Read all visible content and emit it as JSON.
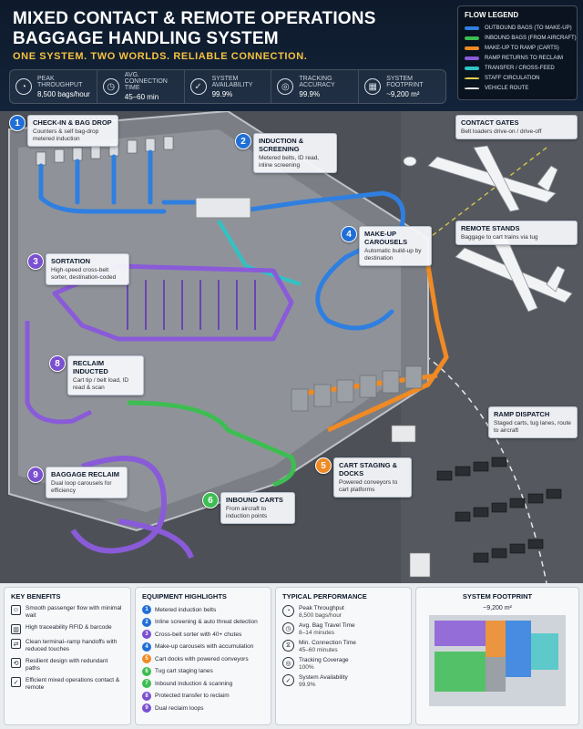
{
  "header": {
    "title_line1": "Mixed Contact & Remote Operations",
    "title_line2": "Baggage Handling System",
    "subtitle": "ONE SYSTEM. TWO WORLDS. RELIABLE CONNECTION.",
    "metrics": [
      {
        "icon": "gauge-icon",
        "label": "Peak Throughput",
        "value": "8,500 bags/hour"
      },
      {
        "icon": "clock-icon",
        "label": "Avg. Connection Time",
        "value": "45–60 min"
      },
      {
        "icon": "shield-check-icon",
        "label": "System Availability",
        "value": "99.9%"
      },
      {
        "icon": "target-icon",
        "label": "Tracking Accuracy",
        "value": "99.9%"
      },
      {
        "icon": "footprint-icon",
        "label": "System Footprint",
        "value": "~9,200 m²"
      }
    ]
  },
  "legend": {
    "title": "FLOW LEGEND",
    "items": [
      {
        "label": "Outbound bags (to make-up)",
        "color": "#2f7fe0",
        "style": "solid"
      },
      {
        "label": "Inbound bags (from aircraft)",
        "color": "#3dbd52",
        "style": "solid"
      },
      {
        "label": "Make-up to ramp (carts)",
        "color": "#f08a24",
        "style": "solid"
      },
      {
        "label": "Ramp returns to reclaim",
        "color": "#8a5bd8",
        "style": "solid"
      },
      {
        "label": "Transfer / cross-feed",
        "color": "#2ec4c4",
        "style": "solid"
      },
      {
        "label": "Staff circulation",
        "color": "#e8d44a",
        "style": "dashed"
      },
      {
        "label": "Vehicle route",
        "color": "#e8e8e8",
        "style": "dashed"
      }
    ]
  },
  "callouts": [
    {
      "num": "1",
      "title": "Check-in & Bag Drop",
      "desc": "Counters & self bag-drop metered induction",
      "color": "#1f6fd6"
    },
    {
      "num": "2",
      "title": "Induction & Screening",
      "desc": "Metered belts, ID read, inline screening",
      "color": "#1f6fd6"
    },
    {
      "num": "3",
      "title": "Sortation",
      "desc": "High-speed cross-belt sorter, destination-coded",
      "color": "#7a4fd0"
    },
    {
      "num": "4",
      "title": "Make-up Carousels",
      "desc": "Automatic build-up by destination",
      "color": "#1f6fd6"
    },
    {
      "num": "5",
      "title": "Cart Staging & Docks",
      "desc": "Powered conveyors to cart platforms",
      "color": "#f08a24"
    },
    {
      "num": "6",
      "title": "Inbound Carts",
      "desc": "From aircraft to induction points",
      "color": "#3dbd52"
    },
    {
      "num": "8",
      "title": "Reclaim Inducted",
      "desc": "Cart tip / belt load, ID read & scan",
      "color": "#7a4fd0"
    },
    {
      "num": "9",
      "title": "Baggage Reclaim",
      "desc": "Dual loop carousels for efficiency",
      "color": "#7a4fd0"
    }
  ],
  "side_labels": [
    {
      "title": "Contact Gates",
      "desc": "Belt loaders drive-on / drive-off"
    },
    {
      "title": "Remote Stands",
      "desc": "Baggage to cart trains via tug"
    },
    {
      "title": "Ramp Dispatch",
      "desc": "Staged carts, tug lanes, route to aircraft"
    }
  ],
  "benefits": {
    "title": "KEY BENEFITS",
    "items": [
      {
        "icon": "person-icon",
        "text": "Smooth passenger flow with minimal wait"
      },
      {
        "icon": "barcode-icon",
        "text": "High traceability RFID & barcode"
      },
      {
        "icon": "handoff-icon",
        "text": "Clean terminal–ramp handoffs with reduced touches"
      },
      {
        "icon": "redundancy-icon",
        "text": "Resilient design with redundant paths"
      },
      {
        "icon": "check-icon",
        "text": "Efficient mixed operations contact & remote"
      }
    ]
  },
  "equipment": {
    "title": "EQUIPMENT HIGHLIGHTS",
    "items": [
      {
        "num": "1",
        "text": "Metered induction belts",
        "color": "#1f6fd6"
      },
      {
        "num": "2",
        "text": "Inline screening & auto threat detection",
        "color": "#1f6fd6"
      },
      {
        "num": "3",
        "text": "Cross-belt sorter with 40+ chutes",
        "color": "#7a4fd0"
      },
      {
        "num": "4",
        "text": "Make-up carousels with accumulation",
        "color": "#1f6fd6"
      },
      {
        "num": "5",
        "text": "Cart docks with powered conveyors",
        "color": "#f08a24"
      },
      {
        "num": "6",
        "text": "Tug cart staging lanes",
        "color": "#3dbd52"
      },
      {
        "num": "7",
        "text": "Inbound induction & scanning",
        "color": "#3dbd52"
      },
      {
        "num": "8",
        "text": "Protected transfer to reclaim",
        "color": "#7a4fd0"
      },
      {
        "num": "9",
        "text": "Dual reclaim loops",
        "color": "#7a4fd0"
      }
    ]
  },
  "performance": {
    "title": "TYPICAL PERFORMANCE",
    "items": [
      {
        "icon": "gauge-icon",
        "label": "Peak Throughput",
        "value": "8,500 bags/hour"
      },
      {
        "icon": "clock-icon",
        "label": "Avg. Bag Travel Time",
        "value": "8–14 minutes"
      },
      {
        "icon": "timer-icon",
        "label": "Min. Connection Time",
        "value": "45–60 minutes"
      },
      {
        "icon": "target-icon",
        "label": "Tracking Coverage",
        "value": "100%"
      },
      {
        "icon": "shield-check-icon",
        "label": "System Availability",
        "value": "99.9%"
      }
    ]
  },
  "footprint": {
    "title": "SYSTEM FOOTPRINT",
    "value": "~9,200 m²",
    "zones": [
      {
        "color": "#8a5bd8"
      },
      {
        "color": "#f08a24"
      },
      {
        "color": "#2f7fe0"
      },
      {
        "color": "#3dbd52"
      },
      {
        "color": "#2ec4c4"
      }
    ]
  }
}
